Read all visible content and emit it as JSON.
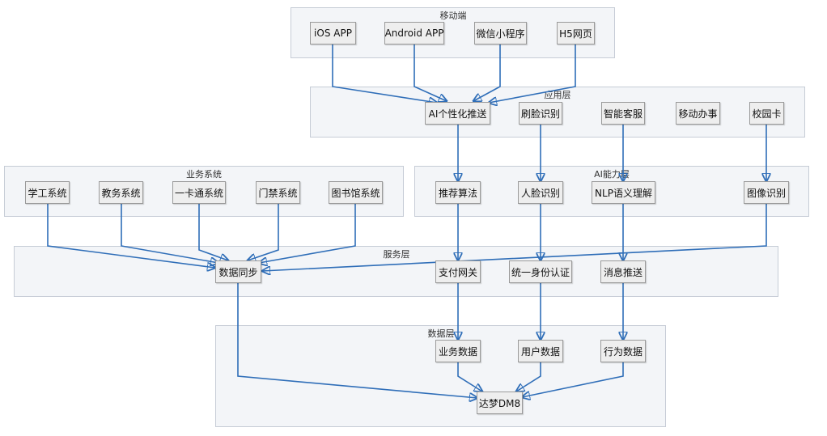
{
  "groups": {
    "mobile": {
      "title": "移动端"
    },
    "app": {
      "title": "应用层"
    },
    "biz": {
      "title": "业务系统"
    },
    "ai": {
      "title": "AI能力层"
    },
    "svc": {
      "title": "服务层"
    },
    "data": {
      "title": "数据层"
    }
  },
  "nodes": {
    "ios": "iOS APP",
    "android": "Android APP",
    "wechat": "微信小程序",
    "h5": "H5网页",
    "ai_push": "AI个性化推送",
    "face_swipe": "刷脸识别",
    "smart_cs": "智能客服",
    "mobile_office": "移动办事",
    "campus_card": "校园卡",
    "student_sys": "学工系统",
    "academic_sys": "教务系统",
    "card_sys": "一卡通系统",
    "access_sys": "门禁系统",
    "library_sys": "图书馆系统",
    "recommend": "推荐算法",
    "face_rec": "人脸识别",
    "nlp": "NLP语义理解",
    "image_rec": "图像识别",
    "data_sync": "数据同步",
    "pay_gateway": "支付网关",
    "identity_auth": "统一身份认证",
    "msg_push": "消息推送",
    "biz_data": "业务数据",
    "user_data": "用户数据",
    "behavior_data": "行为数据",
    "dm8": "达梦DM8"
  },
  "colors": {
    "edge": "#2f6eb8",
    "group_fill": "#f3f5f8",
    "node_fill": "#eeeeee"
  }
}
